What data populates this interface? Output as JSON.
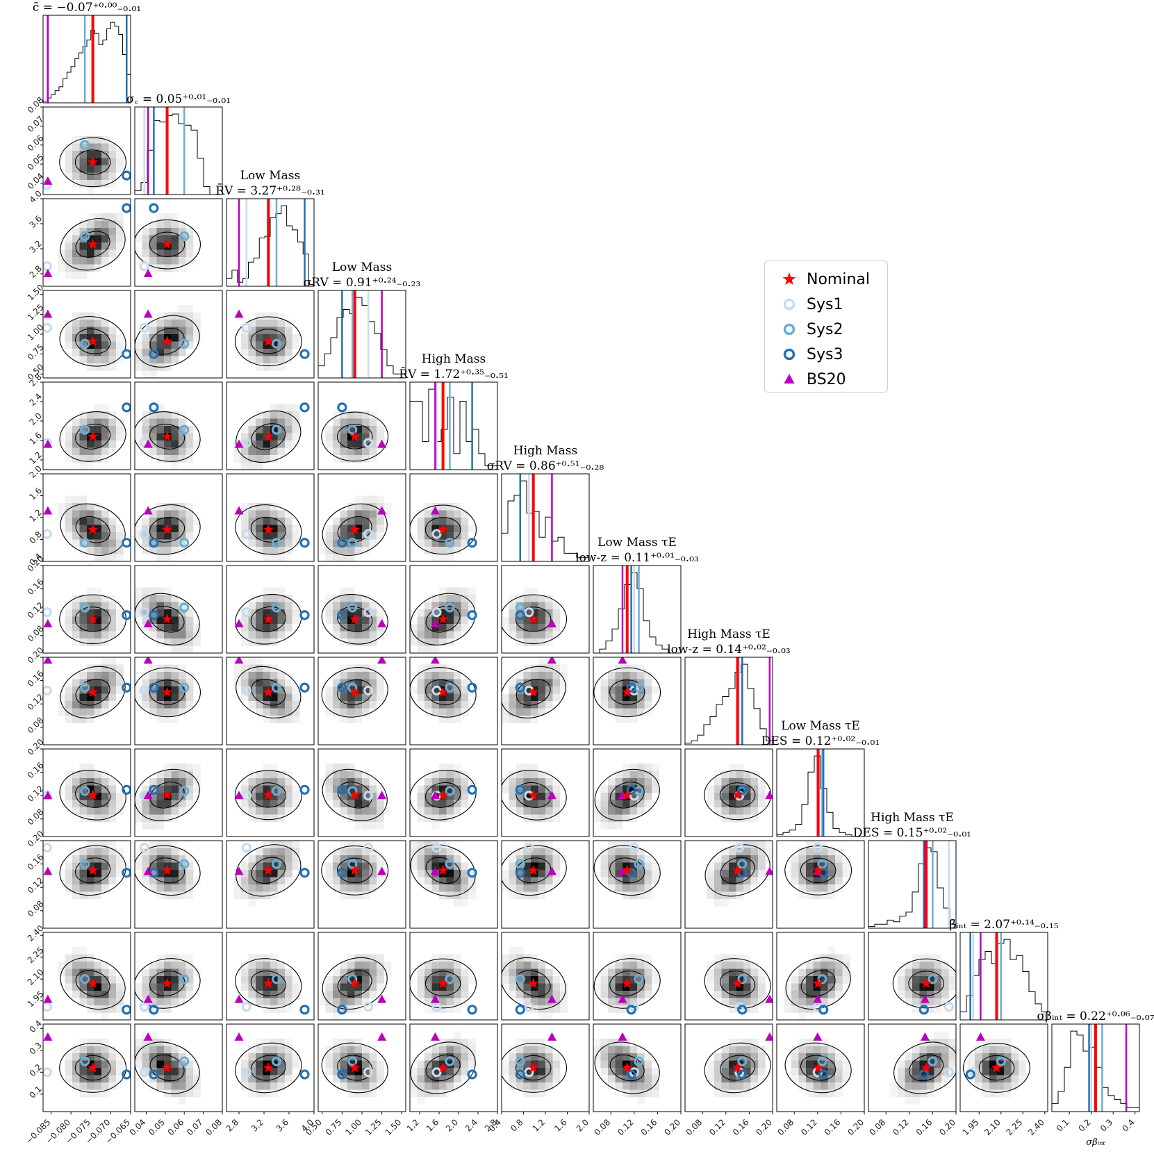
{
  "chart_data": {
    "type": "scatter",
    "kind": "corner-plot",
    "parameters": [
      {
        "title": "c̄ = −0.07 (+0.00, −0.01)",
        "title_lines": [
          "c̄ = −0.07⁺⁰·⁰⁰₋₀.₀₁"
        ],
        "median": -0.074,
        "range": [
          -0.087,
          -0.065
        ],
        "ticks": [
          "−0.085",
          "−0.080",
          "−0.075",
          "−0.070",
          "−0.065"
        ],
        "tick_values": [
          -0.085,
          -0.08,
          -0.075,
          -0.07,
          -0.065
        ],
        "markers": {
          "Nominal": -0.0745,
          "Sys1": -0.086,
          "Sys2": -0.0765,
          "Sys3": -0.066,
          "BS20": -0.0858
        },
        "hist": [
          0.02,
          0.06,
          0.1,
          0.15,
          0.2,
          0.3,
          0.38,
          0.45,
          0.55,
          0.62,
          0.7,
          0.78,
          0.9,
          0.86,
          0.72,
          0.78,
          0.92,
          1.0,
          0.95,
          0.85,
          0.6,
          0.35
        ]
      },
      {
        "title": "σc = 0.05 (+0.01, −0.01)",
        "title_lines": [
          "σ꜀ = 0.05⁺⁰·⁰¹₋₀.₀₁"
        ],
        "median": 0.051,
        "range": [
          0.034,
          0.08
        ],
        "ticks": [
          "0.04",
          "0.05",
          "0.06",
          "0.07",
          "0.08"
        ],
        "tick_values": [
          0.04,
          0.05,
          0.06,
          0.07,
          0.08
        ],
        "markers": {
          "Nominal": 0.051,
          "Sys1": 0.039,
          "Sys2": 0.06,
          "Sys3": 0.044,
          "BS20": 0.041
        },
        "hist": [
          0.05,
          0.15,
          0.55,
          0.92,
          0.9,
          0.98,
          1.0,
          0.88,
          0.86,
          0.8,
          0.45,
          0.1,
          0.0,
          0.0
        ]
      },
      {
        "title_lines": [
          "Low Mass",
          "R̄V = 3.27⁺⁰·²⁸₋₀.₃₁"
        ],
        "median": 3.27,
        "range": [
          2.6,
          4.0
        ],
        "ticks": [
          "2.8",
          "3.2",
          "3.6",
          "4.0"
        ],
        "tick_values": [
          2.8,
          3.2,
          3.6,
          4.0
        ],
        "markers": {
          "Nominal": 3.27,
          "Sys1": 2.92,
          "Sys2": 3.4,
          "Sys3": 3.85,
          "BS20": 2.8
        },
        "hist": [
          0.1,
          0.2,
          0.05,
          0.1,
          0.3,
          0.35,
          0.6,
          0.62,
          0.85,
          0.9,
          1.0,
          0.75,
          0.7,
          0.55,
          0.4,
          0.02
        ]
      },
      {
        "title_lines": [
          "Low Mass",
          "σRV = 0.91⁺⁰·²⁴₋₀.₂₃"
        ],
        "median": 0.91,
        "range": [
          0.45,
          1.55
        ],
        "ticks": [
          "0.50",
          "0.75",
          "1.00",
          "1.25",
          "1.50"
        ],
        "tick_values": [
          0.5,
          0.75,
          1.0,
          1.25,
          1.5
        ],
        "markers": {
          "Nominal": 0.91,
          "Sys1": 1.08,
          "Sys2": 0.88,
          "Sys3": 0.75,
          "BS20": 1.25
        },
        "hist": [
          0.15,
          0.3,
          0.5,
          0.75,
          0.85,
          0.8,
          1.0,
          0.9,
          0.7,
          0.55,
          0.35,
          0.15,
          0.05,
          0.05
        ]
      },
      {
        "title_lines": [
          "High Mass",
          "R̄V = 1.72⁺⁰·³⁵₋₀.₅₁"
        ],
        "median": 1.72,
        "range": [
          1.0,
          2.8
        ],
        "ticks": [
          "1.2",
          "1.6",
          "2.0",
          "2.4",
          "2.8"
        ],
        "tick_values": [
          1.2,
          1.6,
          2.0,
          2.4,
          2.8
        ],
        "markers": {
          "Nominal": 1.68,
          "Sys1": 1.55,
          "Sys2": 1.82,
          "Sys3": 2.28,
          "BS20": 1.52
        },
        "hist": [
          0.85,
          0.85,
          0.35,
          1.0,
          0.35,
          0.5,
          0.9,
          0.2,
          0.85,
          0.35,
          0.5,
          0.2,
          0.05,
          0.05
        ]
      },
      {
        "title_lines": [
          "High Mass",
          "σRV = 0.86⁺⁰·⁵¹₋₀.₂₈"
        ],
        "median": 0.86,
        "range": [
          0.4,
          2.0
        ],
        "ticks": [
          "0.4",
          "0.8",
          "1.2",
          "1.6",
          "2.0"
        ],
        "tick_values": [
          0.4,
          0.8,
          1.2,
          1.6,
          2.0
        ],
        "markers": {
          "Nominal": 0.98,
          "Sys1": 0.9,
          "Sys2": 0.74,
          "Sys3": 0.74,
          "BS20": 1.32
        },
        "hist": [
          0.35,
          0.75,
          0.82,
          1.0,
          0.6,
          0.62,
          0.3,
          0.55,
          0.25,
          0.3,
          0.1,
          0.1,
          0.05,
          0.05
        ]
      },
      {
        "title_lines": [
          "Low Mass τE",
          "low-z = 0.11⁺⁰·⁰¹₋₀.₀₃"
        ],
        "median": 0.11,
        "range": [
          0.05,
          0.2
        ],
        "ticks": [
          "0.08",
          "0.12",
          "0.16",
          "0.20"
        ],
        "tick_values": [
          0.08,
          0.12,
          0.16,
          0.2
        ],
        "markers": {
          "Nominal": 0.108,
          "Sys1": 0.12,
          "Sys2": 0.128,
          "Sys3": 0.115,
          "BS20": 0.1
        },
        "hist": [
          0.0,
          0.05,
          0.15,
          0.3,
          0.55,
          0.85,
          1.0,
          0.8,
          0.4,
          0.2,
          0.1,
          0.05,
          0.0,
          0.0
        ]
      },
      {
        "title_lines": [
          "High Mass τE",
          "low-z = 0.14⁺⁰·⁰²₋₀.₀₃"
        ],
        "median": 0.14,
        "range": [
          0.05,
          0.2
        ],
        "ticks": [
          "0.08",
          "0.12",
          "0.16",
          "0.20"
        ],
        "tick_values": [
          0.08,
          0.12,
          0.16,
          0.2
        ],
        "markers": {
          "Nominal": 0.14,
          "Sys1": 0.143,
          "Sys2": 0.148,
          "Sys3": 0.148,
          "BS20": 0.195
        },
        "hist": [
          0.02,
          0.05,
          0.12,
          0.25,
          0.35,
          0.5,
          0.6,
          0.7,
          0.9,
          1.0,
          0.7,
          0.45,
          0.2,
          0.05
        ]
      },
      {
        "title_lines": [
          "Low Mass τE",
          "DES = 0.12⁺⁰·⁰²₋₀.₀₁"
        ],
        "median": 0.12,
        "range": [
          0.05,
          0.2
        ],
        "ticks": [
          "0.08",
          "0.12",
          "0.16",
          "0.20"
        ],
        "tick_values": [
          0.08,
          0.12,
          0.16,
          0.2
        ],
        "markers": {
          "Nominal": 0.121,
          "Sys1": 0.12,
          "Sys2": 0.128,
          "Sys3": 0.13,
          "BS20": 0.12
        },
        "hist": [
          0.02,
          0.05,
          0.08,
          0.15,
          0.4,
          0.8,
          1.0,
          0.6,
          0.3,
          0.1,
          0.05,
          0.02,
          0.0,
          0.0
        ]
      },
      {
        "title_lines": [
          "High Mass τE",
          "DES = 0.15⁺⁰·⁰²₋₀.₀₁"
        ],
        "median": 0.15,
        "range": [
          0.05,
          0.2
        ],
        "ticks": [
          "0.08",
          "0.12",
          "0.16",
          "0.20"
        ],
        "tick_values": [
          0.08,
          0.12,
          0.16,
          0.2
        ],
        "markers": {
          "Nominal": 0.149,
          "Sys1": 0.188,
          "Sys2": 0.16,
          "Sys3": 0.145,
          "BS20": 0.147
        },
        "hist": [
          0.02,
          0.05,
          0.05,
          0.1,
          0.08,
          0.15,
          0.2,
          0.45,
          0.8,
          1.0,
          0.95,
          0.5,
          0.25,
          0.05
        ]
      },
      {
        "title": "β̄int = 2.07 (+0.14, −0.15)",
        "title_lines": [
          "β̄ᵢₙₜ = 2.07⁺⁰·¹⁴₋₀.₁₅"
        ],
        "median": 2.07,
        "range": [
          1.82,
          2.42
        ],
        "ticks": [
          "1.95",
          "2.10",
          "2.25",
          "2.40"
        ],
        "tick_values": [
          1.95,
          2.1,
          2.25,
          2.4
        ],
        "markers": {
          "Nominal": 2.07,
          "Sys1": 1.91,
          "Sys2": 2.1,
          "Sys3": 1.89,
          "BS20": 1.96
        },
        "hist": [
          0.1,
          0.3,
          0.55,
          0.75,
          0.85,
          0.7,
          0.95,
          1.0,
          0.75,
          0.8,
          0.6,
          0.35,
          0.2,
          0.1
        ]
      },
      {
        "title_lines": [
          "σβᵢₙₜ = 0.22⁺⁰·⁰⁶₋₀.₀₇"
        ],
        "median": 0.22,
        "range": [
          0.02,
          0.42
        ],
        "ticks": [
          "0.1",
          "0.2",
          "0.3",
          "0.4"
        ],
        "tick_values": [
          0.1,
          0.2,
          0.3,
          0.4
        ],
        "markers": {
          "Nominal": 0.22,
          "Sys1": 0.2,
          "Sys2": 0.25,
          "Sys3": 0.19,
          "BS20": 0.36
        },
        "hist": [
          0.1,
          0.25,
          0.55,
          1.0,
          0.95,
          0.75,
          0.8,
          0.55,
          0.3,
          0.2,
          0.15,
          0.1,
          0.05,
          0.05
        ]
      }
    ],
    "series": [
      {
        "name": "Nominal",
        "marker": "star",
        "color": "#ff0000"
      },
      {
        "name": "Sys1",
        "marker": "ring",
        "color": "#c6dbef"
      },
      {
        "name": "Sys2",
        "marker": "ring",
        "color": "#6baed6"
      },
      {
        "name": "Sys3",
        "marker": "ring",
        "color": "#2171b5"
      },
      {
        "name": "BS20",
        "marker": "triangle",
        "color": "#bb00bb"
      }
    ],
    "bottom_xlabel": "σβᵢₙₜ",
    "legend_position": "upper-right",
    "grid": false
  }
}
